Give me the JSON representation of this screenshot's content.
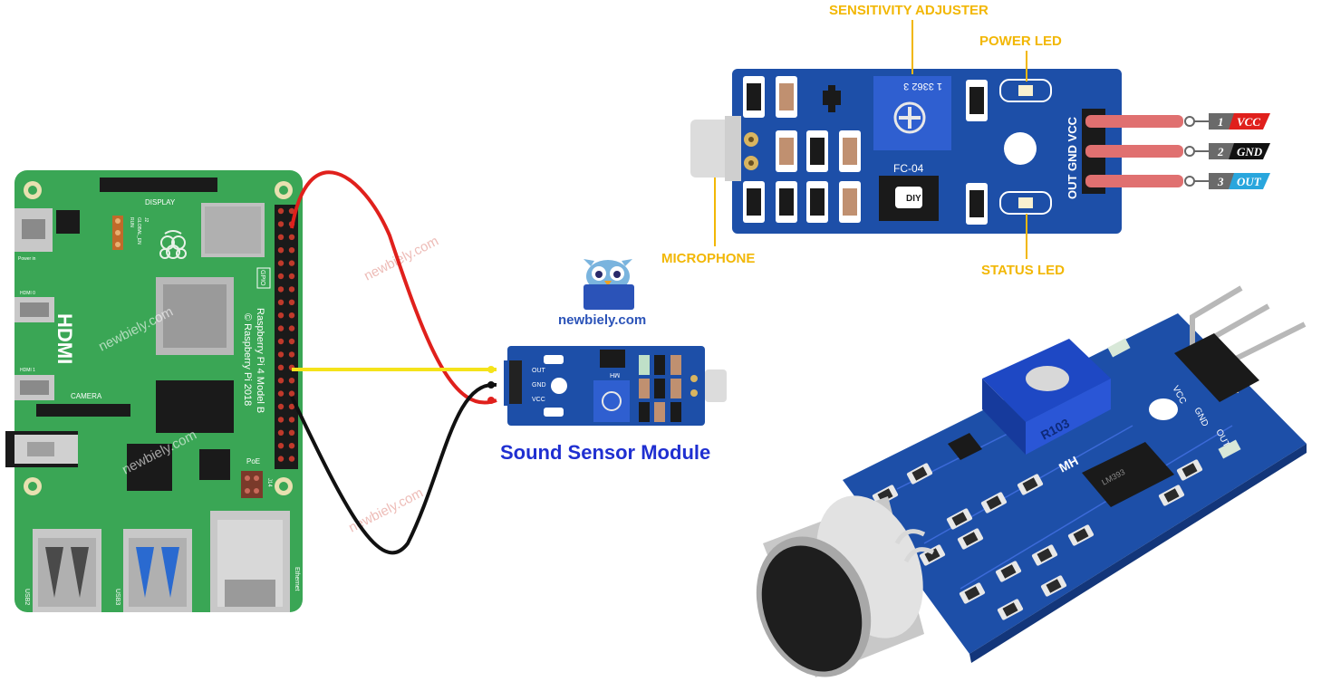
{
  "watermark": "newbiely.com",
  "logo": {
    "text": "newbiely.com",
    "icon": "owl-laptop-icon"
  },
  "title": "Sound Sensor Module",
  "raspberry_pi": {
    "model_line1": "Raspberry Pi 4 Model B",
    "model_line2": "© Raspberry Pi 2018",
    "hdmi": "HDMI",
    "display": "DISPLAY",
    "camera": "CAMERA",
    "gpio": "GPIO",
    "poe": "PoE",
    "ethernet": "Ethernet",
    "usb2": "USB2",
    "usb3": "USB3",
    "power_in": "Power in",
    "hdmi0": "HDMI 0",
    "hdmi1": "HDMI 1",
    "j14": "J14",
    "run": "RUN",
    "global_en": "GLOBAL_EN",
    "j2": "J2"
  },
  "small_module": {
    "pins": [
      "OUT",
      "GND",
      "VCC"
    ],
    "silk": "MH"
  },
  "big_module": {
    "chip_label": "FC-04",
    "pot_label": "1 3362 3",
    "header_label": "OUT GND VCC",
    "brand": "DIY"
  },
  "annotations": {
    "sensitivity": "SENSITIVITY ADJUSTER",
    "power_led": "POWER LED",
    "microphone": "MICROPHONE",
    "status_led": "STATUS LED"
  },
  "pins": [
    {
      "num": "1",
      "label": "VCC",
      "color": "#e0201c"
    },
    {
      "num": "2",
      "label": "GND",
      "color": "#111111"
    },
    {
      "num": "3",
      "label": "OUT",
      "color": "#29a6dd"
    }
  ],
  "photo": {
    "pot_text": "R103",
    "board_text": "MH",
    "pins": [
      "VCC",
      "GND",
      "OUT"
    ],
    "chip_text": "LM393"
  },
  "colors": {
    "wire_vcc": "#e0201c",
    "wire_gnd": "#111111",
    "wire_out": "#f5e31a",
    "pcb_green": "#3aa655",
    "module_blue": "#1d4fa8",
    "annotation": "#f2b705"
  }
}
